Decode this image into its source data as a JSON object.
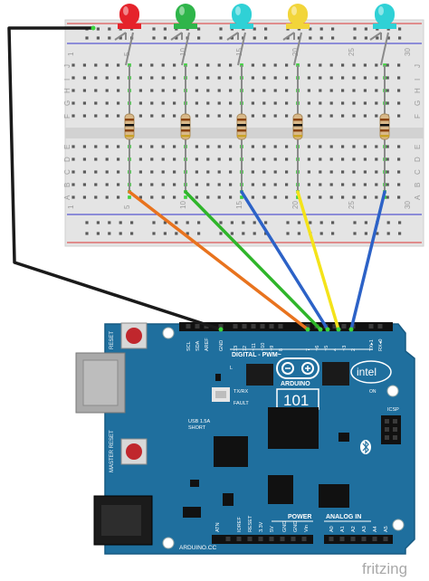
{
  "breadboard": {
    "column_numbers": [
      "1",
      "5",
      "10",
      "15",
      "20",
      "25",
      "30"
    ],
    "row_letters_top": [
      "J",
      "I",
      "H",
      "G",
      "F"
    ],
    "row_letters_bottom": [
      "E",
      "D",
      "C",
      "B",
      "A"
    ]
  },
  "leds": [
    {
      "name": "red-led",
      "color": "#e5232b"
    },
    {
      "name": "green-led",
      "color": "#2fb54a"
    },
    {
      "name": "cyan-led",
      "color": "#2fd1d6"
    },
    {
      "name": "yellow-led",
      "color": "#f2d53a"
    },
    {
      "name": "cyan-led-2",
      "color": "#2fd1d6"
    }
  ],
  "wires": {
    "ground": "#1a1a1a",
    "orange": "#e8731e",
    "green": "#2fb52a",
    "blue": "#2c62c7",
    "yellow": "#f4e31a",
    "blue2": "#2c62c7"
  },
  "board": {
    "color": "#1f6f9e",
    "model": "101",
    "brand": "intel",
    "on_label": "ON",
    "digital_label": "DIGITAL - PWM~",
    "top_header_labels": [
      "SCL",
      "SDA",
      "AREF",
      "GND",
      "13",
      "12",
      "~11",
      "~10",
      "~9",
      "8",
      "7",
      "~6",
      "~5",
      "4",
      "~3",
      "2",
      "TX▸1",
      "RX◂0"
    ],
    "reset_label": "RESET",
    "master_reset_label": "MASTER RESET",
    "usb_label": "USB 1.5A",
    "usb_label2": "SHORT",
    "txrx_label": "TX/RX",
    "fault_label": "FAULT",
    "l_label": "L",
    "icsp_label": "ICSP",
    "power_label": "POWER",
    "analog_label": "ANALOG IN",
    "power_pins": [
      "IOREF",
      "RESET",
      "3.3V",
      "5V",
      "GND",
      "GND",
      "Vin"
    ],
    "analog_pins": [
      "A0",
      "A1",
      "A2",
      "A3",
      "A4",
      "A5"
    ],
    "atn_label": "ATN",
    "website": "ARDUINO.CC",
    "arduino_label": "ARDUINO"
  },
  "watermark": "fritzing"
}
